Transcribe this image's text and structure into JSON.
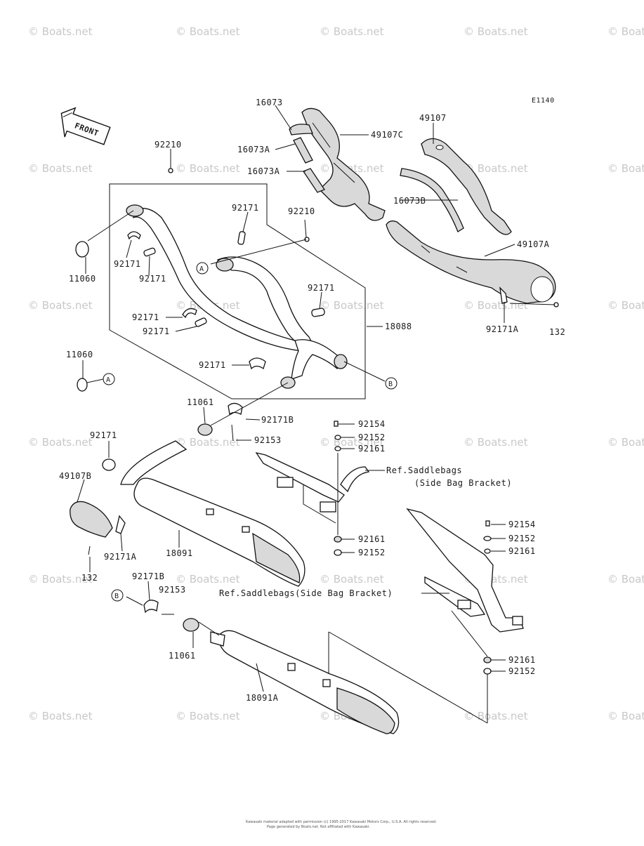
{
  "diagram_code": "E1140",
  "front_label": "FRONT",
  "watermark": "© Boats.net",
  "copyright_line1": "Kawasaki material adapted with permission (c) 1995-2017 Kawasaki Motors Corp., U.S.A. All rights reserved.",
  "copyright_line2": "Page generated by Boats.net. Not affiliated with Kawasaki.",
  "part_labels": {
    "l16073": "16073",
    "l49107C": "49107C",
    "l16073A_1": "16073A",
    "l16073A_2": "16073A",
    "l49107": "49107",
    "l16073B": "16073B",
    "l49107A": "49107A",
    "l92171A_top": "92171A",
    "l132_top": "132",
    "l92210_a": "92210",
    "l92210_b": "92210",
    "l92171_1": "92171",
    "l92171_2": "92171",
    "l92171_3": "92171",
    "l92171_4": "92171",
    "l92171_5": "92171",
    "l92171_6": "92171",
    "l92171_7": "92171",
    "l11060_a": "11060",
    "l11060_b": "11060",
    "l18088": "18088",
    "l11061_a": "11061",
    "l92171B_a": "92171B",
    "l92153_a": "92153",
    "l92154_a": "92154",
    "l92152_a": "92152",
    "l92161_a": "92161",
    "ref_saddle_1": "Ref.Saddlebags",
    "ref_saddle_1b": "(Side Bag Bracket)",
    "l92171_8": "92171",
    "l49107B": "49107B",
    "l18091": "18091",
    "l92171A_bot": "92171A",
    "l132_bot": "132",
    "l92161_b": "92161",
    "l92152_b": "92152",
    "l92154_b": "92154",
    "l92152_c": "92152",
    "l92161_c": "92161",
    "ref_saddle_2": "Ref.Saddlebags(Side Bag Bracket)",
    "l92171B_b": "92171B",
    "l92153_b": "92153",
    "l11061_b": "11061",
    "l18091A": "18091A",
    "l92161_d": "92161",
    "l92152_d": "92152"
  },
  "callouts": {
    "A": "A",
    "B": "B"
  }
}
